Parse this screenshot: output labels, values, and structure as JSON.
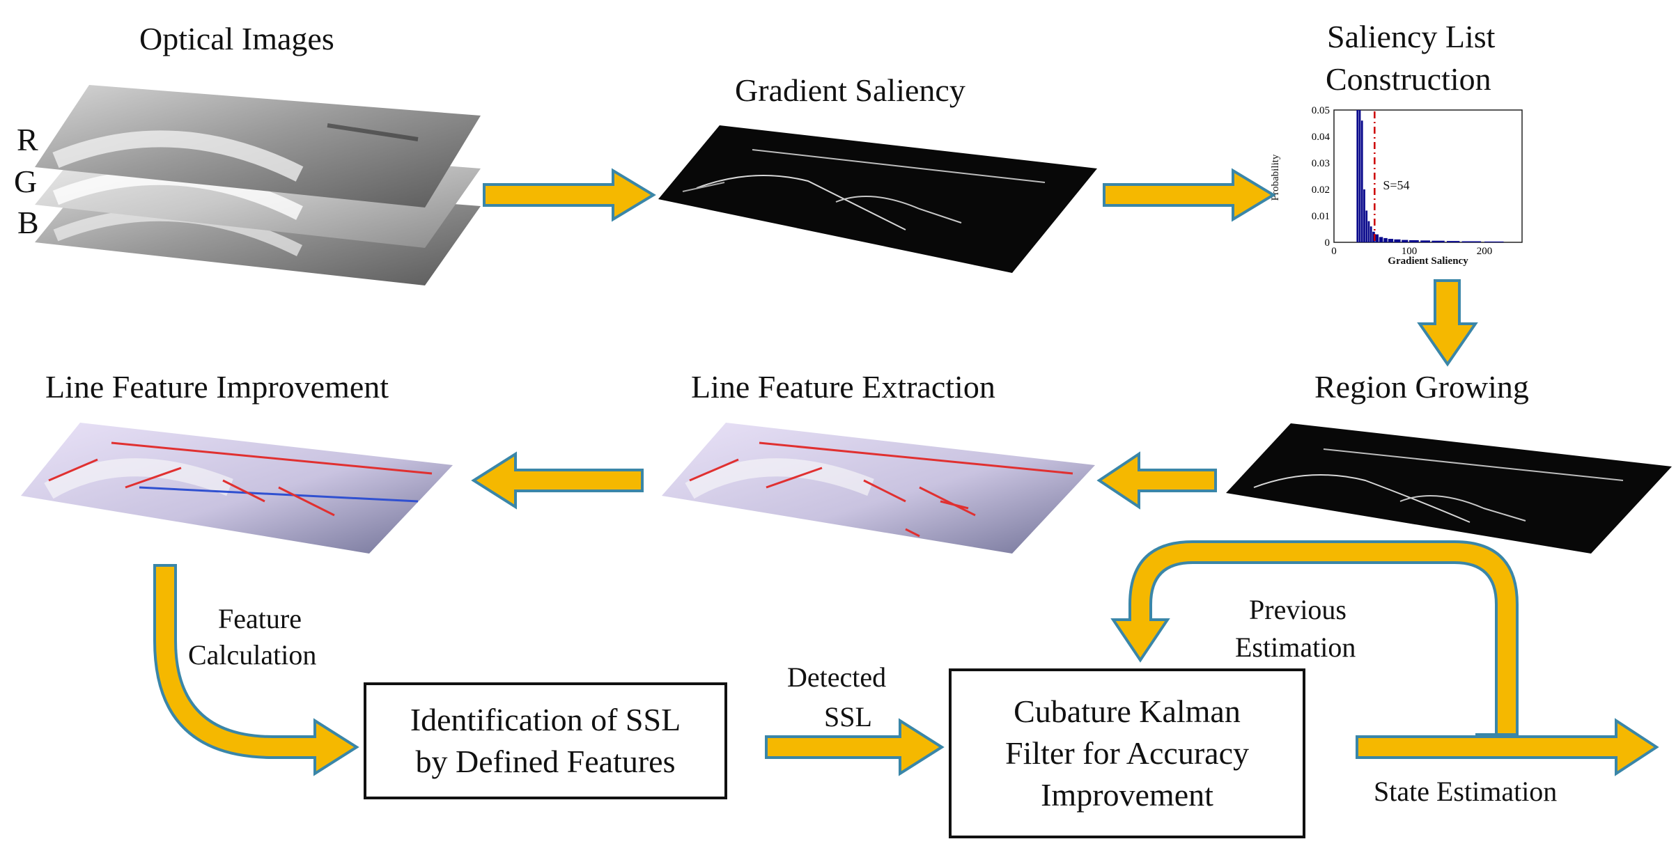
{
  "stages": {
    "optical": "Optical Images",
    "gradient": "Gradient Saliency",
    "saliency_list": [
      "Saliency List",
      "Construction"
    ],
    "region": "Region Growing",
    "extraction": "Line Feature Extraction",
    "improvement": "Line Feature Improvement"
  },
  "channels": [
    "R",
    "G",
    "B"
  ],
  "boxes": {
    "identification": [
      "Identification of SSL",
      "by Defined Features"
    ],
    "ckf": [
      "Cubature Kalman",
      "Filter for Accuracy",
      "Improvement"
    ]
  },
  "flow_labels": {
    "feature_calc": [
      "Feature",
      "Calculation"
    ],
    "detected": [
      "Detected",
      "SSL"
    ],
    "previous": [
      "Previous",
      "Estimation"
    ],
    "state": "State Estimation"
  },
  "colors": {
    "arrow_fill": "#f5b800",
    "arrow_stroke": "#3a86a8",
    "bar": "#0a0a8c",
    "threshold": "#cc0000"
  },
  "chart_data": {
    "type": "bar",
    "xlabel": "Gradient Saliency",
    "ylabel": "Probability",
    "xlim": [
      0,
      250
    ],
    "ylim": [
      0,
      0.05
    ],
    "xticks": [
      "0",
      "100",
      "200"
    ],
    "yticks": [
      "0",
      "0.01",
      "0.02",
      "0.03",
      "0.04",
      "0.05"
    ],
    "x": [
      30,
      33,
      36,
      39,
      42,
      45,
      48,
      51,
      55,
      60,
      66,
      72,
      80,
      90,
      100,
      115,
      130,
      150,
      170,
      200
    ],
    "values": [
      0.05,
      0.05,
      0.046,
      0.02,
      0.012,
      0.008,
      0.006,
      0.004,
      0.003,
      0.002,
      0.0016,
      0.0013,
      0.0011,
      0.0009,
      0.0008,
      0.0007,
      0.0006,
      0.0005,
      0.0004,
      0.0003
    ],
    "threshold": 54,
    "annotation": "S=54"
  }
}
